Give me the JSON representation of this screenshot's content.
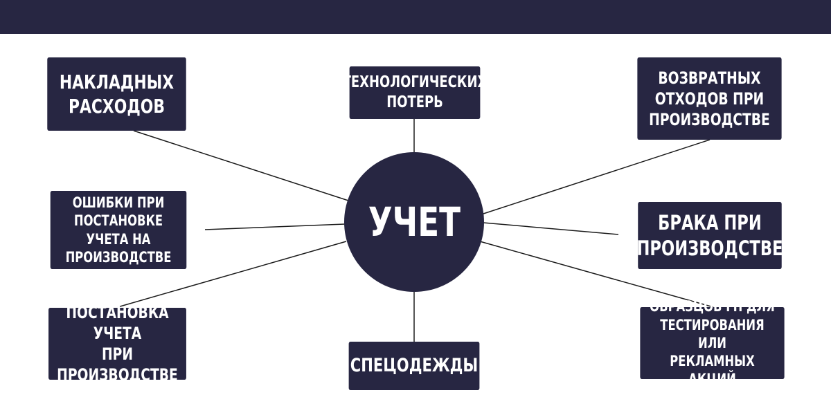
{
  "header": {
    "color": "#272642"
  },
  "center": {
    "label": "УЧЕТ"
  },
  "nodes": {
    "overhead": "НАКЛАДНЫХ\nРАСХОДОВ",
    "tech_losses": "ТЕХНОЛОГИЧЕСКИХ\nПОТЕРЬ",
    "returnable_waste": "ВОЗВРАТНЫХ\nОТХОДОВ ПРИ\nПРОИЗВОДСТВЕ",
    "errors": "ОШИБКИ ПРИ\nПОСТАНОВКЕ УЧЕТА НА\nПРОИЗВОДСТВЕ",
    "defects": "БРАКА ПРИ\nПРОИЗВОДСТВЕ",
    "setup": "ПОСТАНОВКА УЧЕТА\nПРИ ПРОИЗВОДСТВЕ",
    "workwear": "СПЕЦОДЕЖДЫ",
    "samples": "ОБРАЗЦОВ ГП ДЛЯ\nТЕСТИРОВАНИЯ ИЛИ\nРЕКЛАМНЫХ АКЦИЙ"
  },
  "colors": {
    "node_fill": "#272642",
    "node_text": "#ffffff",
    "connector": "#1a1a1a"
  }
}
